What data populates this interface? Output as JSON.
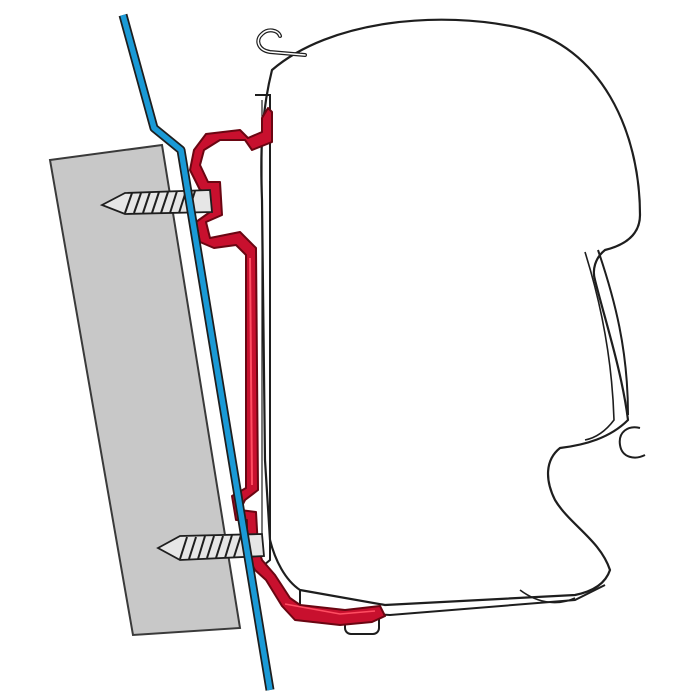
{
  "colors": {
    "background": "#ffffff",
    "wall_panel_fill": "#c8c8c8",
    "wall_panel_stroke": "#3a3a3a",
    "vehicle_wall_blue": "#1a9ad6",
    "outline": "#1e1e1e",
    "adapter_red": "#c8102e",
    "adapter_dark_edge": "#6a0612",
    "screw_fill": "#e6e6e6",
    "awning_fill": "#ffffff"
  },
  "icons": {
    "wall_panel": "grey-backing-panel",
    "vehicle_wall": "blue-vehicle-side-profile",
    "adapter_bracket": "red-adapter-rail",
    "awning_housing": "awning-cassette-outline",
    "upper_screw": "screw",
    "lower_screw": "screw",
    "top_hook": "hook"
  }
}
